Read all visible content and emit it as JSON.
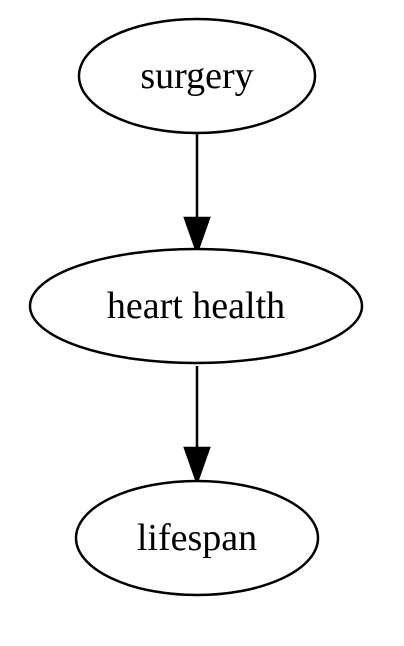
{
  "diagram": {
    "type": "directed-graph",
    "nodes": [
      {
        "id": "surgery",
        "label": "surgery"
      },
      {
        "id": "heart_health",
        "label": "heart health"
      },
      {
        "id": "lifespan",
        "label": "lifespan"
      }
    ],
    "edges": [
      {
        "from": "surgery",
        "to": "heart_health"
      },
      {
        "from": "heart_health",
        "to": "lifespan"
      }
    ]
  }
}
